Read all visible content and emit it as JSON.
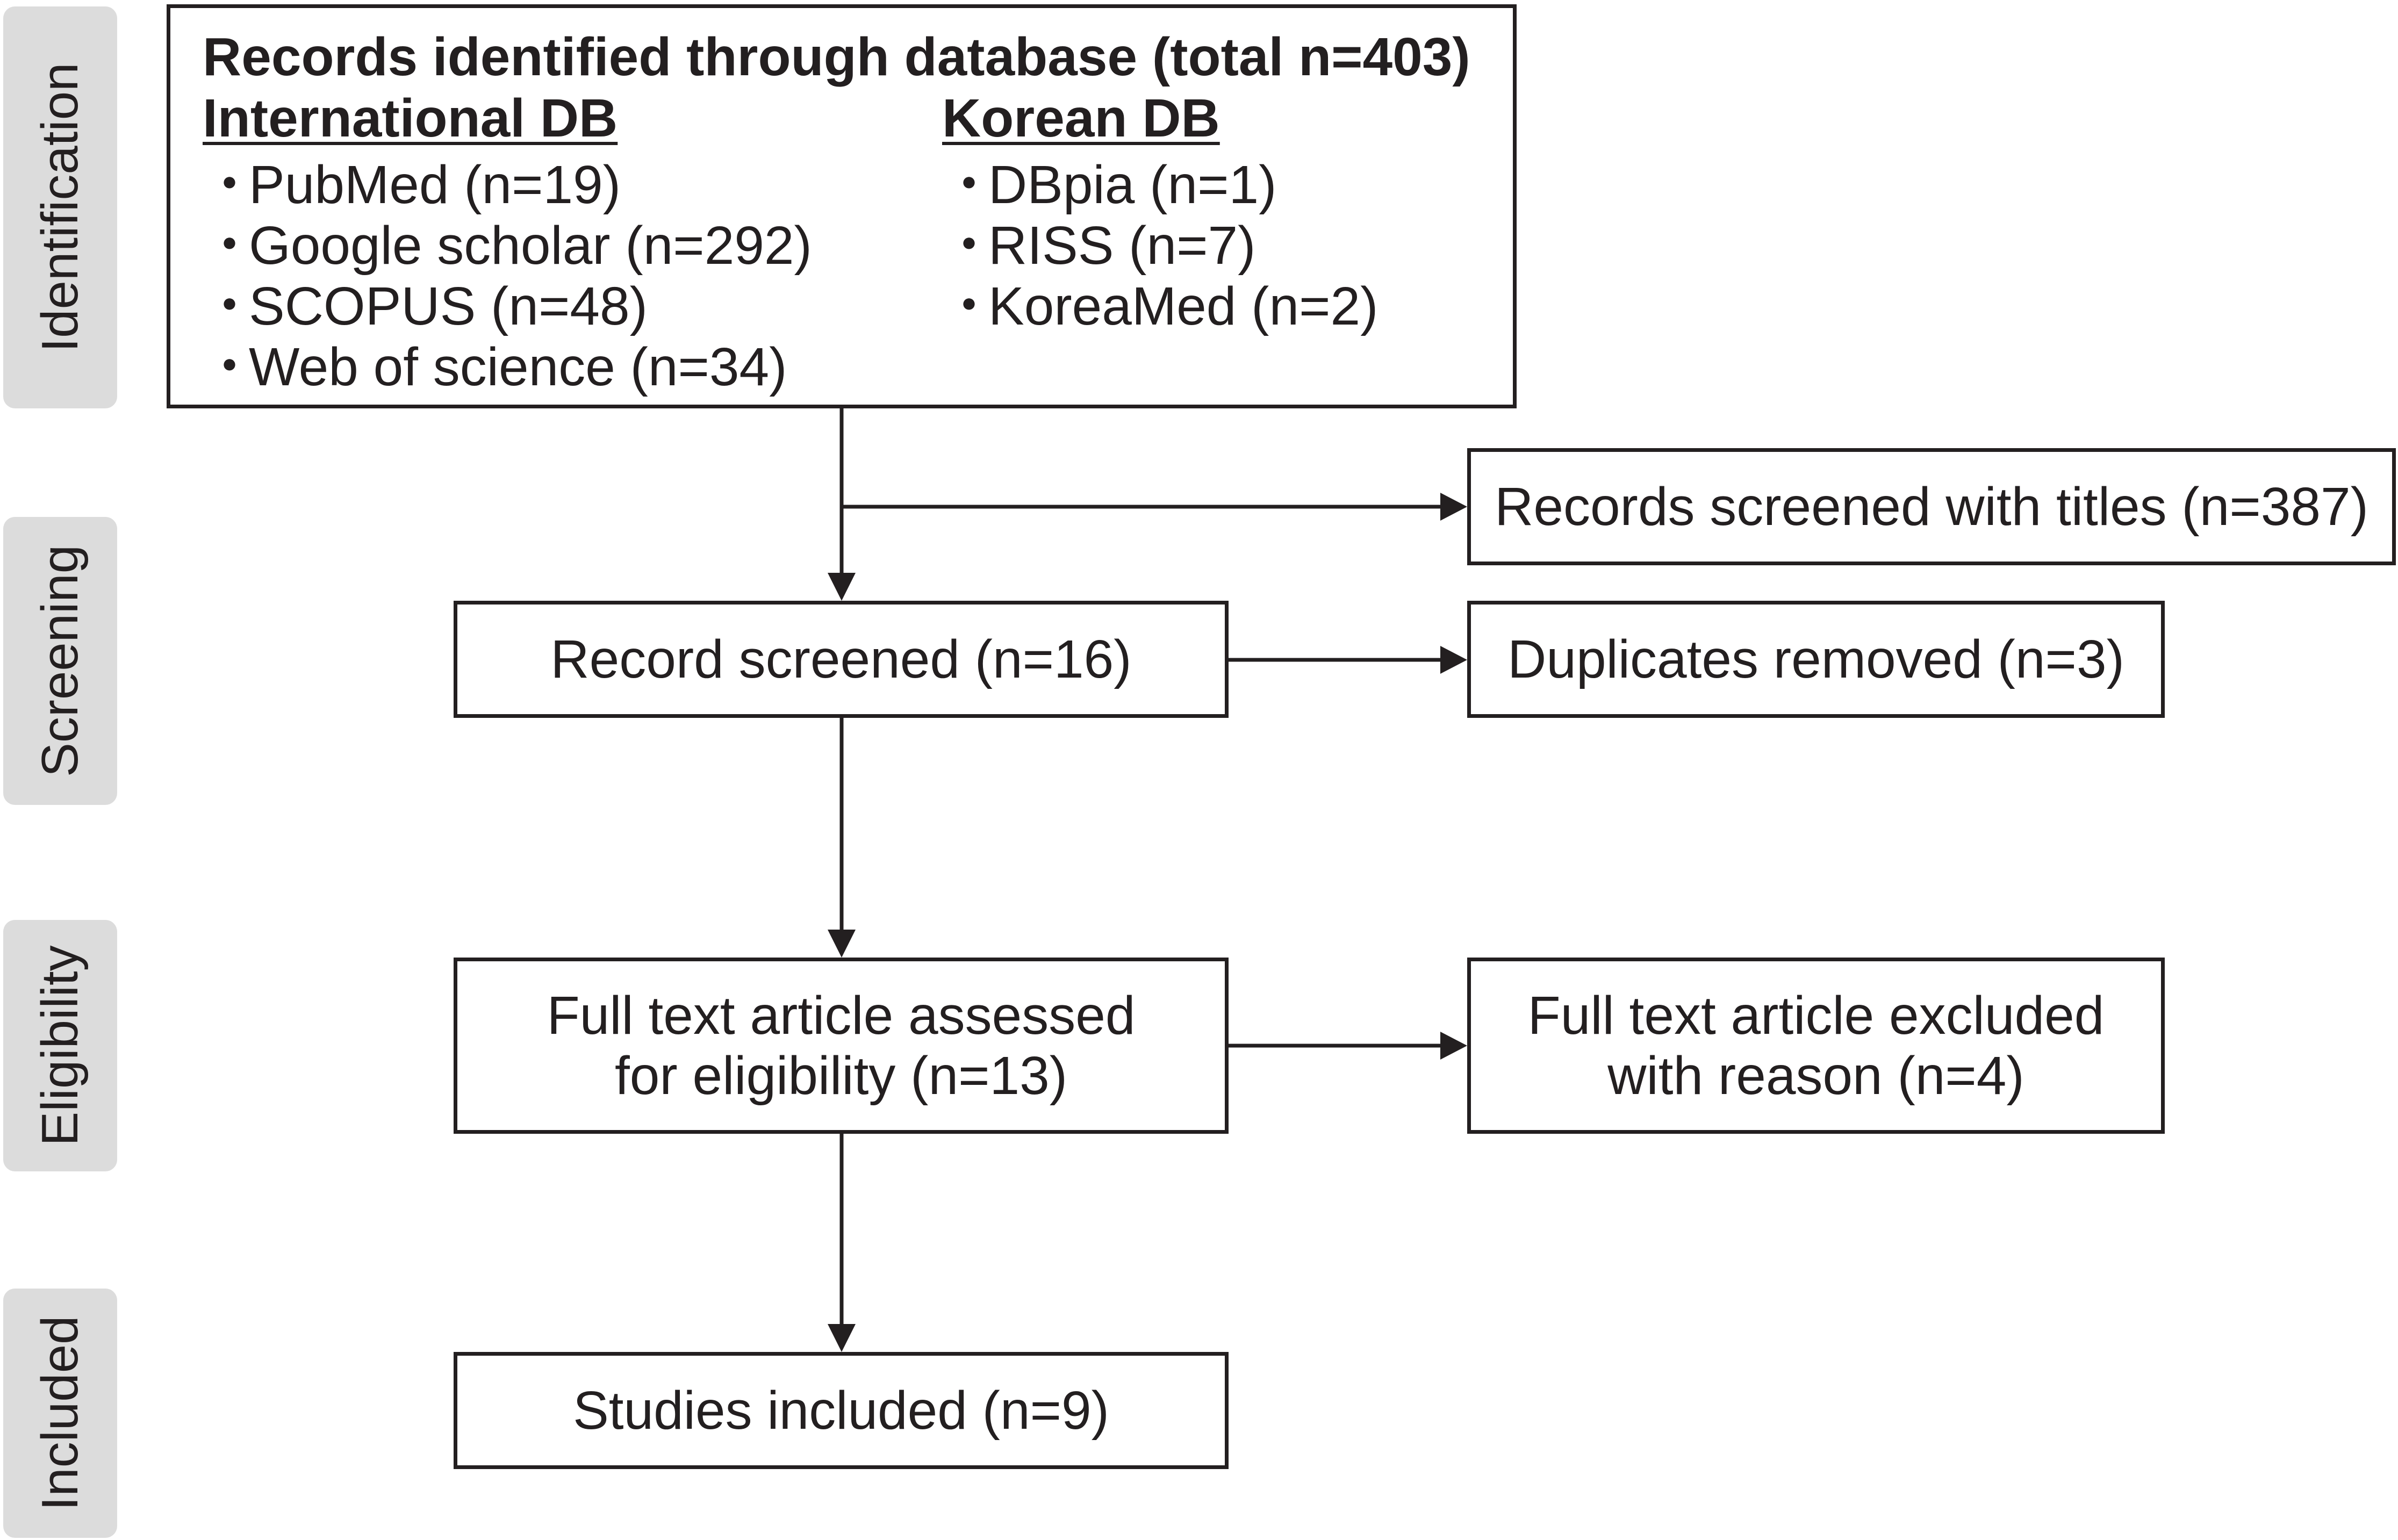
{
  "phases": [
    {
      "id": "identification",
      "label": "Identification"
    },
    {
      "id": "screening",
      "label": "Screening"
    },
    {
      "id": "eligibility",
      "label": "Eligibility"
    },
    {
      "id": "included",
      "label": "Included"
    }
  ],
  "identification_box": {
    "title": "Records identified through database (total n=403)",
    "international": {
      "heading": "International DB",
      "items": [
        "PubMed (n=19)",
        "Google scholar (n=292)",
        "SCOPUS (n=48)",
        "Web of science (n=34)"
      ]
    },
    "korean": {
      "heading": "Korean DB",
      "items": [
        "DBpia (n=1)",
        "RISS (n=7)",
        "KoreaMed (n=2)"
      ]
    },
    "bullet": "・"
  },
  "screening": {
    "titles_screened": "Records screened with titles (n=387)",
    "record_screened": "Record screened (n=16)",
    "duplicates_removed": "Duplicates removed (n=3)"
  },
  "eligibility": {
    "assessed_line1": "Full text article assessed",
    "assessed_line2": "for eligibility (n=13)",
    "excluded_line1": "Full text article excluded",
    "excluded_line2": "with reason (n=4)"
  },
  "included": {
    "studies": "Studies included (n=9)"
  }
}
